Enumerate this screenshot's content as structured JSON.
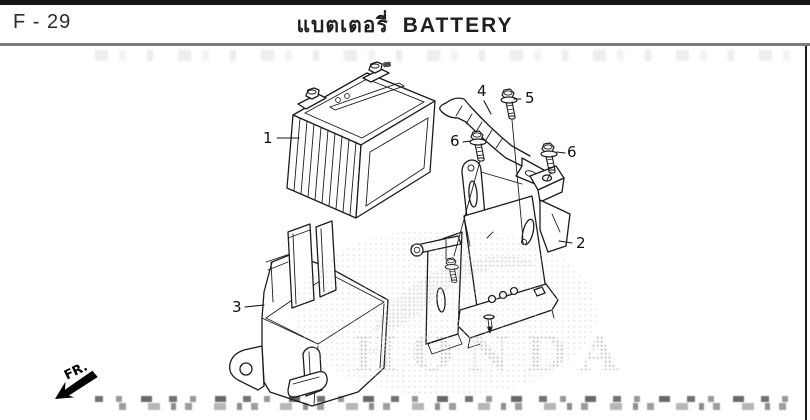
{
  "header": {
    "page_code": "F - 29",
    "title_thai": "แบตเตอรี่",
    "title_en": "BATTERY"
  },
  "diagram": {
    "type": "exploded-parts-diagram",
    "callouts": {
      "battery": "1",
      "bracket": "2",
      "case": "3",
      "strap": "4",
      "bolt5": "5",
      "bolt6_left": "6",
      "bolt6_right": "6"
    },
    "direction_label": "FR.",
    "watermark_text": "HONDA",
    "colors": {
      "line": "#1c1c1c",
      "top_bar": "#141414",
      "divider": "#7c7c7c",
      "watermark_dot": "#b5b5b5"
    }
  }
}
